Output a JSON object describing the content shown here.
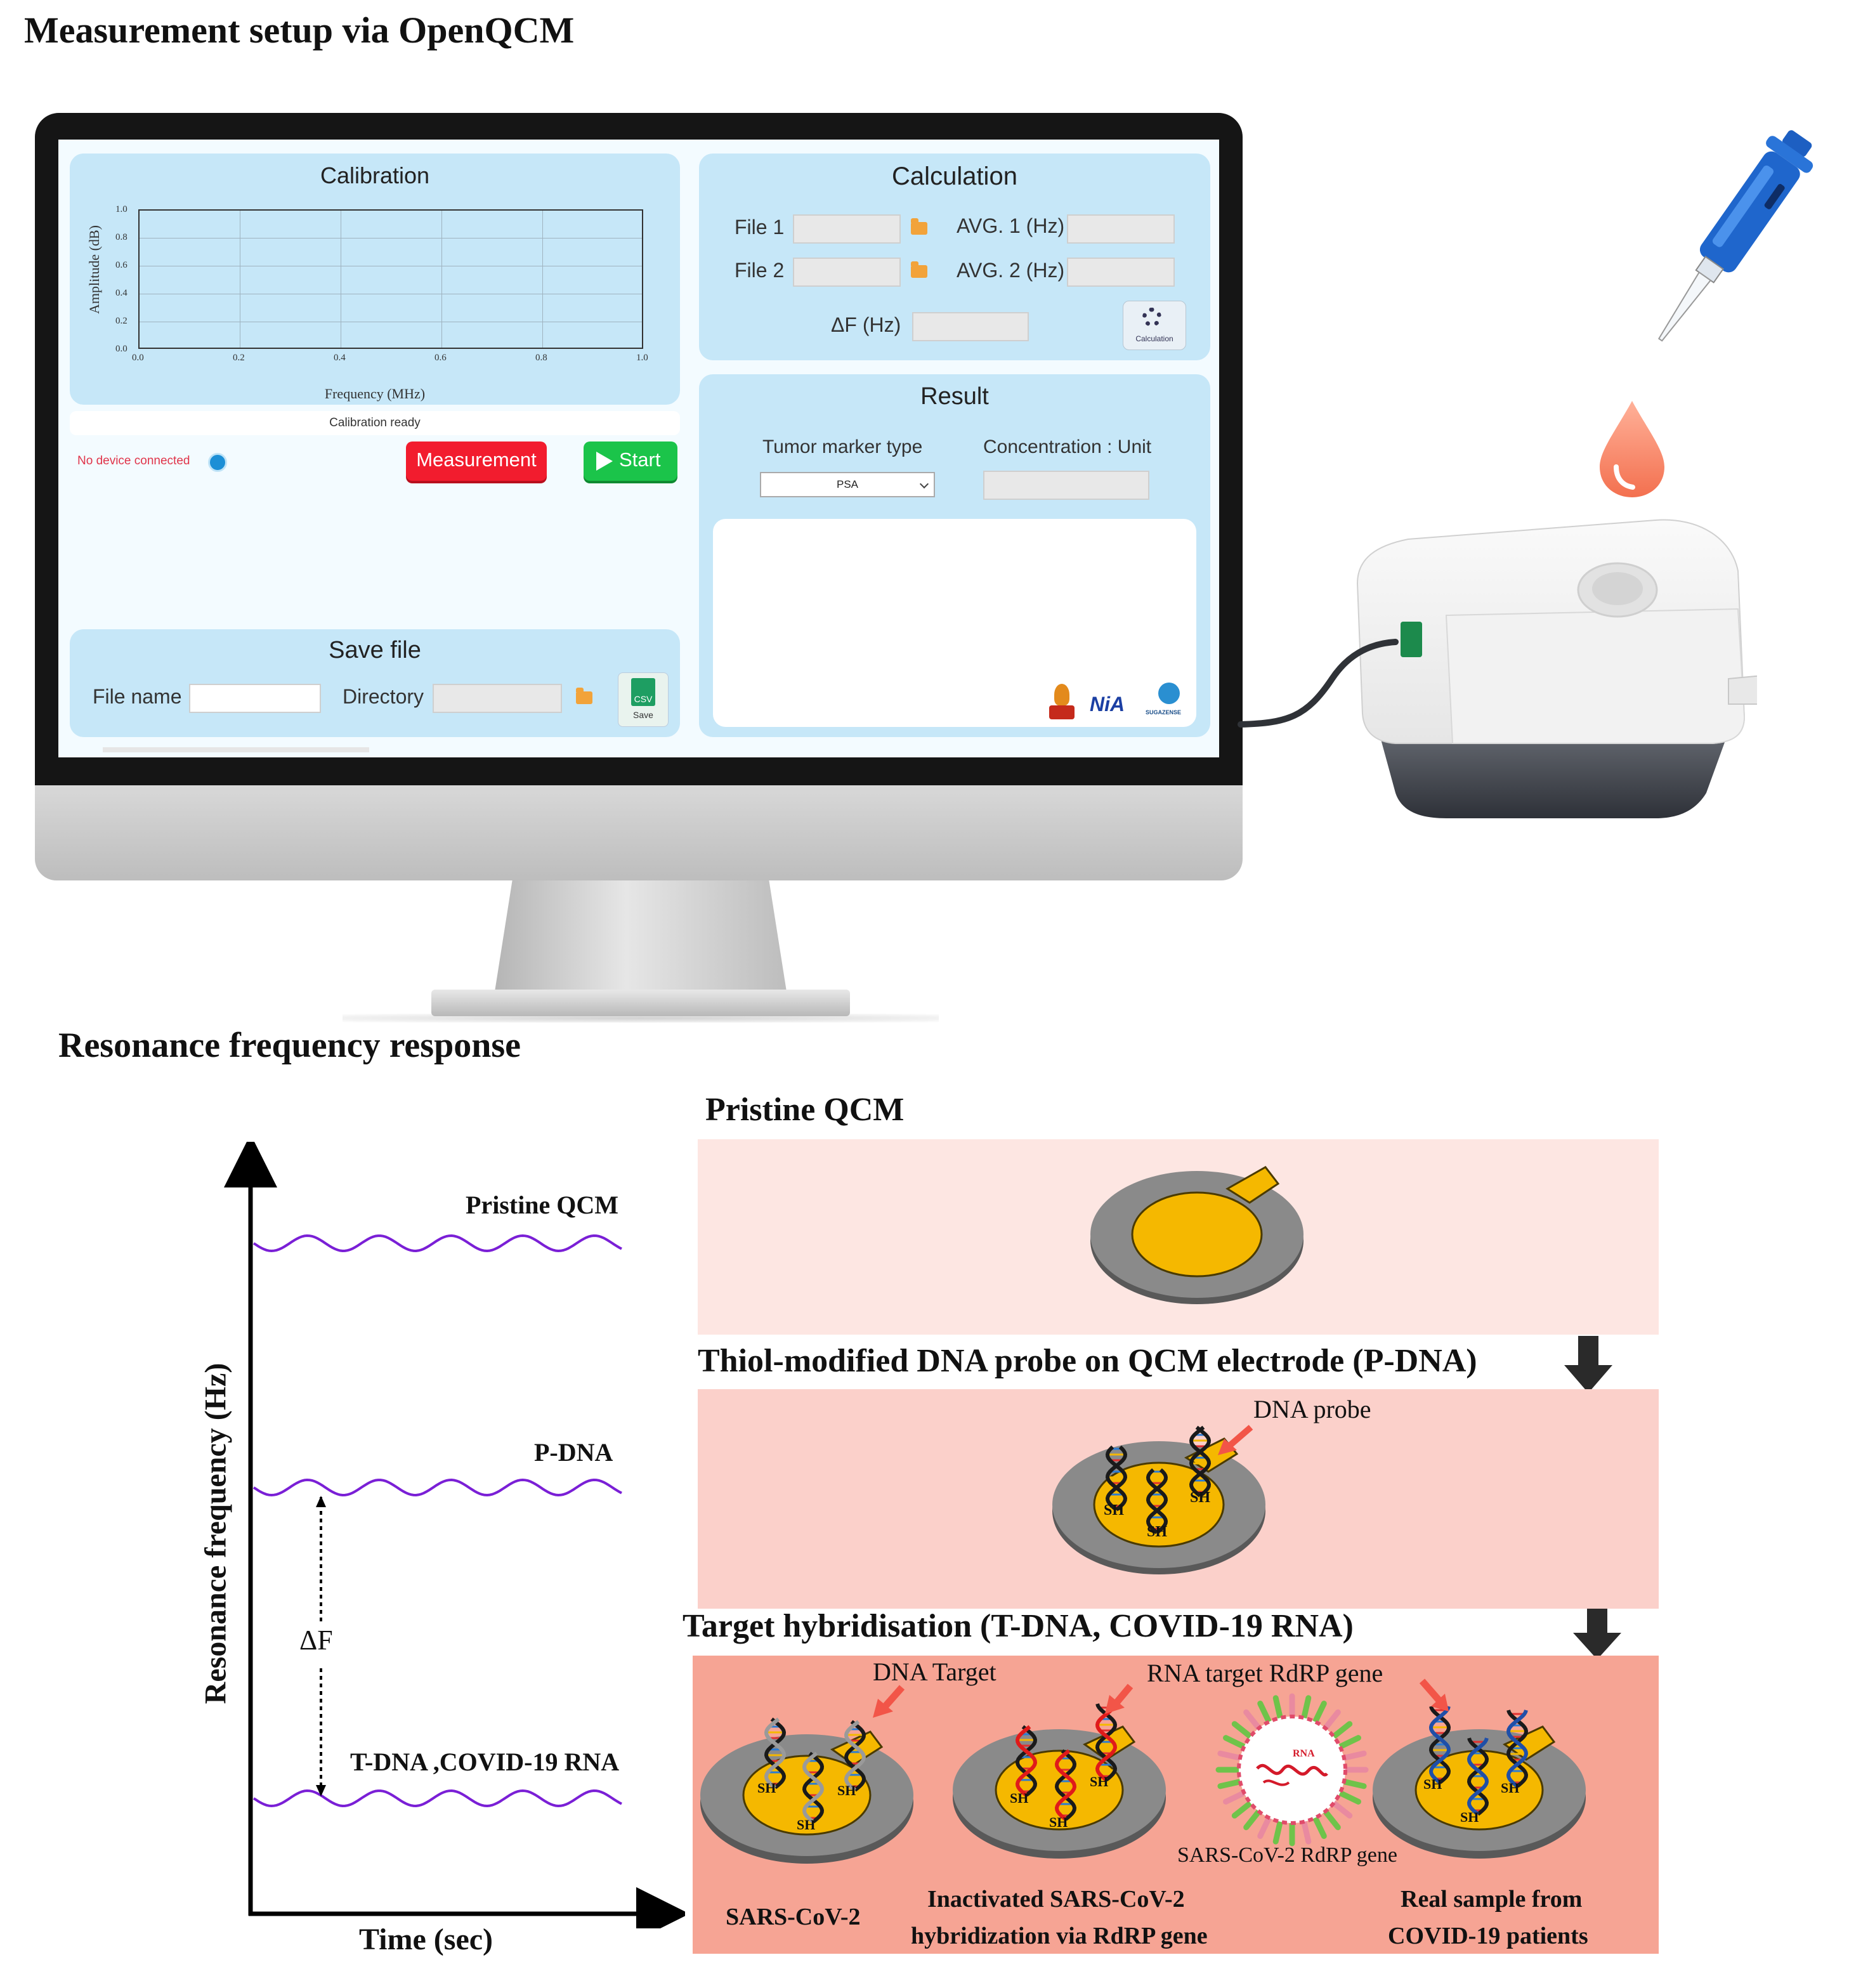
{
  "headings": {
    "setup": "Measurement setup via OpenQCM",
    "response": "Resonance frequency response"
  },
  "software": {
    "calibration": {
      "title": "Calibration",
      "y_label": "Amplitude (dB)",
      "x_label": "Frequency (MHz)",
      "y_ticks": [
        "1.0",
        "0.8",
        "0.6",
        "0.4",
        "0.2",
        "0.0"
      ],
      "x_ticks": [
        "0.0",
        "0.2",
        "0.4",
        "0.6",
        "0.8",
        "1.0"
      ],
      "status": "Calibration ready"
    },
    "device_status": "No device connected",
    "measurement_button": "Measurement",
    "start_button": "Start",
    "calculation": {
      "title": "Calculation",
      "file1_label": "File 1",
      "file2_label": "File 2",
      "avg1_label": "AVG. 1 (Hz)",
      "avg2_label": "AVG. 2 (Hz)",
      "delta_label": "ΔF (Hz)",
      "button_caption": "Calculation"
    },
    "result": {
      "title": "Result",
      "tumor_label": "Tumor marker type",
      "tumor_value": "PSA",
      "concentration_label": "Concentration : Unit",
      "logo_nia": "NiA",
      "logo_sugar": "SUGAZENSE"
    },
    "save": {
      "title": "Save file",
      "filename_label": "File name",
      "directory_label": "Directory",
      "csv_badge": "CSV",
      "save_caption": "Save"
    }
  },
  "response_plot": {
    "y_axis_label": "Resonance frequency  (Hz)",
    "x_axis_label": "Time (sec)",
    "line_labels": [
      "Pristine QCM",
      "P-DNA",
      "T-DNA ,COVID-19 RNA"
    ],
    "delta_label": "ΔF"
  },
  "stages": {
    "pristine_title": "Pristine QCM",
    "probe_title": "Thiol-modified DNA probe on QCM electrode (P-DNA)",
    "probe_label": "DNA probe",
    "target_title": "Target hybridisation (T-DNA, COVID-19 RNA)",
    "dna_target_label": "DNA Target",
    "rna_target_label": "RNA target RdRP gene",
    "rdrp_caption": "SARS-CoV-2 RdRP gene",
    "rna_badge": "RNA",
    "sh": "SH",
    "sample_captions": [
      "SARS-CoV-2",
      "Inactivated SARS-CoV-2",
      "hybridization via RdRP gene",
      "Real sample from",
      "COVID-19 patients"
    ]
  },
  "colors": {
    "panel": "#c6e7f8",
    "gold": "#f5b800",
    "electrode_gray": "#8a8a8a",
    "wave_purple": "#7a1fd6",
    "stage1_bg": "#fde6e2",
    "stage2_bg": "#fbd0ca",
    "stage3_bg": "#f6a494",
    "pointer_red": "#f25548"
  }
}
